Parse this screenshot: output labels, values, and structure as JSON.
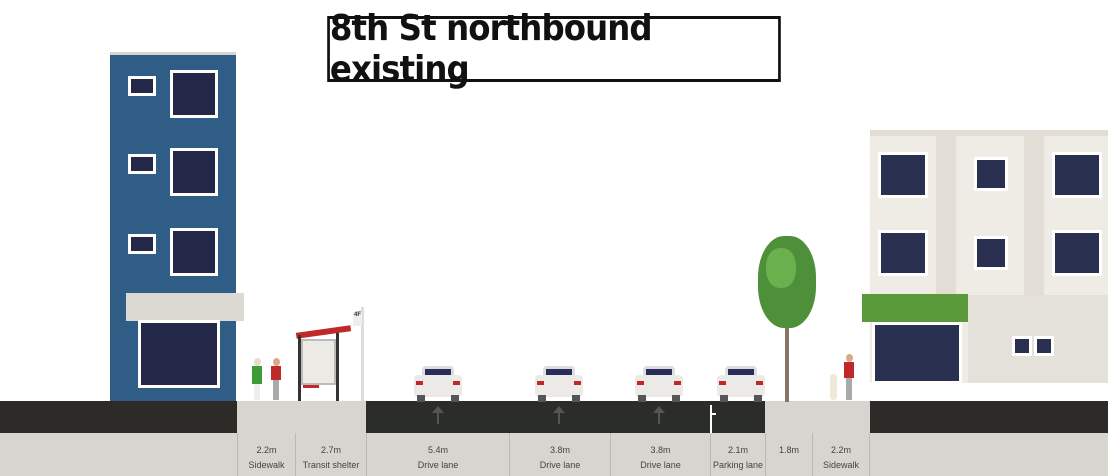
{
  "title": "8th St northbound existing",
  "transit_sign": "4F",
  "colors": {
    "building_left": "#2f5d86",
    "building_right": "#efece5",
    "road": "#2b2d2b",
    "sidewalk": "#d8d4cf",
    "shelter_roof": "#c0282a",
    "awning_right": "#5a9a3a"
  },
  "segments": [
    {
      "width": "2.2m",
      "label": "Sidewalk"
    },
    {
      "width": "2.7m",
      "label": "Transit shelter"
    },
    {
      "width": "5.4m",
      "label": "Drive lane"
    },
    {
      "width": "3.8m",
      "label": "Drive lane"
    },
    {
      "width": "3.8m",
      "label": "Drive lane"
    },
    {
      "width": "2.1m",
      "label": "Parking lane"
    },
    {
      "width": "1.8m",
      "label": ""
    },
    {
      "width": "2.2m",
      "label": "Sidewalk"
    }
  ]
}
